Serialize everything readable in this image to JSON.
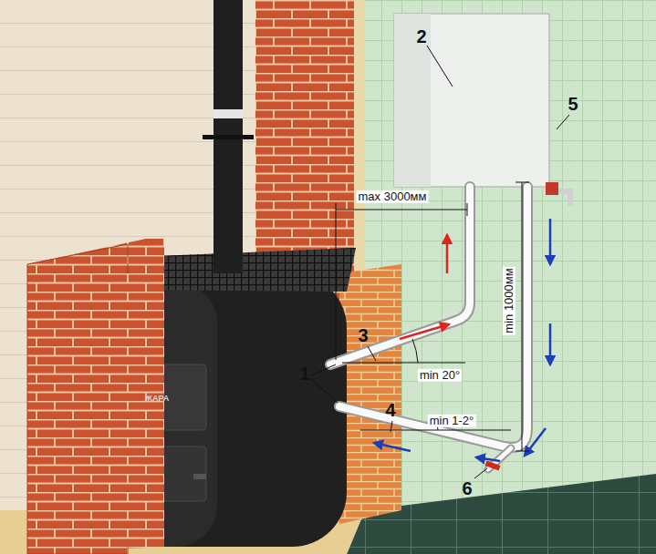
{
  "diagram": {
    "labels": [
      "2",
      "5",
      "max 3000мм",
      "min 1000мм",
      "3",
      "min 20°",
      "1",
      "4",
      "min 1-2°",
      "6",
      "ЖАРА"
    ]
  }
}
